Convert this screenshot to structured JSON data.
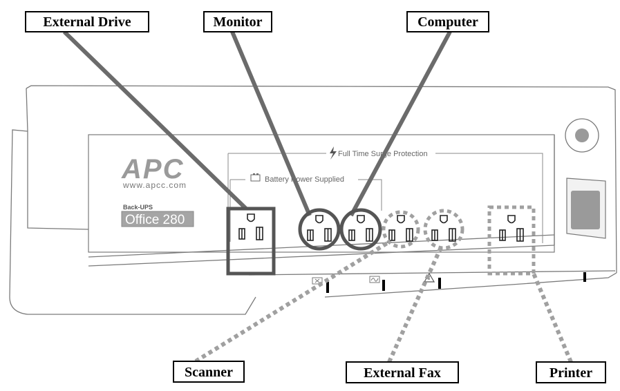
{
  "brand": {
    "logo": "APC",
    "url": "www.apcc.com",
    "product_line": "Back-UPS",
    "model": "Office 280"
  },
  "panel_labels": {
    "surge_protection": "Full Time Surge Protection",
    "battery_power": "Battery Power Supplied"
  },
  "callouts": {
    "external_drive": "External Drive",
    "monitor": "Monitor",
    "computer": "Computer",
    "scanner": "Scanner",
    "external_fax": "External Fax",
    "printer": "Printer"
  },
  "icons": {
    "battery": "battery-icon",
    "surge": "lightning-icon",
    "replace_battery": "battery-x-icon",
    "overload": "sine-wave-icon",
    "warning": "warning-triangle-icon",
    "power_button": "power-button",
    "switch": "rocker-switch"
  },
  "colors": {
    "leader_line": "#6b6b6b",
    "dotted_leader": "#9a9a9a",
    "device_outline": "#555555",
    "panel_line": "#888888"
  }
}
